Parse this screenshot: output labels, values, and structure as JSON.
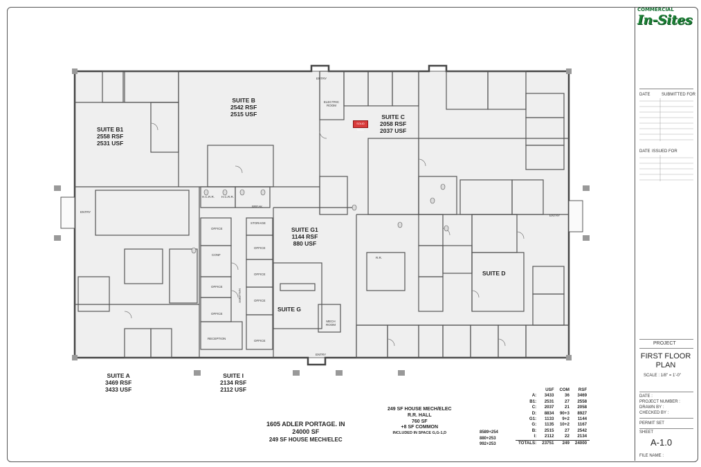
{
  "logo": {
    "small": "COMMERCIAL",
    "big": "In-Sites"
  },
  "title_block": {
    "date_label": "DATE",
    "submitted_label": "SUBMITTED FOR",
    "date2_label": "DATE",
    "issued_label": "ISSUED FOR",
    "project_label": "PROJECT",
    "plan_title_1": "FIRST FLOOR",
    "plan_title_2": "PLAN",
    "scale": "SCALE : 1/8\" = 1'-0\"",
    "date_field": "DATE :",
    "project_number": "PROJECT NUMBER :",
    "drawn_by": "DRAWN BY :",
    "checked_by": "CHECKED BY :",
    "permit_set": "PERMIT SET",
    "sheet_label": "SHEET",
    "sheet_number": "A-1.0",
    "file_name": "FILE NAME :"
  },
  "suites": {
    "b1": {
      "name": "SUITE B1",
      "rsf": "2558 RSF",
      "usf": "2531 USF"
    },
    "b": {
      "name": "SUITE B",
      "rsf": "2542 RSF",
      "usf": "2515 USF"
    },
    "c": {
      "name": "SUITE C",
      "rsf": "2058 RSF",
      "usf": "2037 USF"
    },
    "g1": {
      "name": "SUITE G1",
      "rsf": "1144 RSF",
      "usf": "880 USF"
    },
    "d": {
      "name": "SUITE D"
    },
    "g": {
      "name": "SUITE G"
    },
    "a": {
      "name": "SUITE A",
      "rsf": "3469 RSF",
      "usf": "3433 USF"
    },
    "i": {
      "name": "SUITE I",
      "rsf": "2134 RSF",
      "usf": "2112 USF"
    }
  },
  "rooms": {
    "entry": "ENTRY",
    "electric_room": "ELECTRIC ROOM",
    "solid_wall": "SOLID WALL",
    "hcrr": "H.C.R.R.",
    "break": "BREAK",
    "office": "OFFICE",
    "storage": "STORAGE",
    "conf": "CONF",
    "hallway": "HALLWAY",
    "reception": "RECEPTION",
    "mech_room": "MECH ROOM",
    "rr": "R.R."
  },
  "building": {
    "address": "1605 ADLER PORTAGE. IN",
    "total_sf": "24000 SF",
    "house_mech": "249 SF HOUSE MECH/ELEC"
  },
  "common_note": {
    "line1": "249 SF HOUSE MECH/ELEC",
    "line2": "R.R. HALL",
    "line3": "760 SF",
    "line4": "+8 SF COMMON",
    "line5": "INCLUDED IN SPACE G,G-1,D"
  },
  "calc_notes": [
    "8589+254",
    "880+253",
    "992+253"
  ],
  "area_table": {
    "headers": [
      "",
      "USF",
      "COM",
      "RSF"
    ],
    "rows": [
      [
        "A:",
        "3433",
        "36",
        "3469"
      ],
      [
        "B1:",
        "2531",
        "27",
        "2558"
      ],
      [
        "C:",
        "2037",
        "21",
        "2058"
      ],
      [
        "D:",
        "8834",
        "90+3",
        "8927"
      ],
      [
        "G1:",
        "1133",
        "9+2",
        "1144"
      ],
      [
        "G:",
        "1135",
        "10+2",
        "1167"
      ],
      [
        "B:",
        "2515",
        "27",
        "2542"
      ],
      [
        "I:",
        "2112",
        "22",
        "2134"
      ]
    ],
    "totals": [
      "TOTALS:",
      "23751",
      "249",
      "24000"
    ]
  }
}
